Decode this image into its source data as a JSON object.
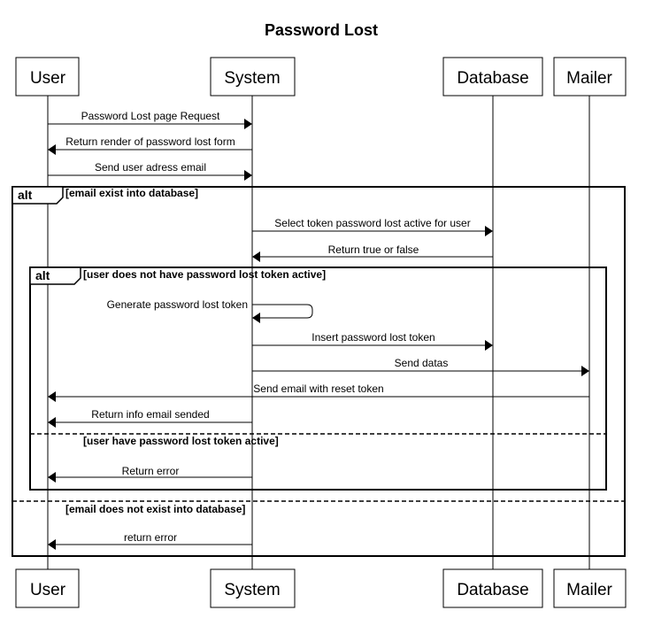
{
  "title": "Password Lost",
  "participants": [
    {
      "id": "user",
      "label": "User"
    },
    {
      "id": "system",
      "label": "System"
    },
    {
      "id": "database",
      "label": "Database"
    },
    {
      "id": "mailer",
      "label": "Mailer"
    }
  ],
  "messages": [
    {
      "id": "m1",
      "from": "user",
      "to": "system",
      "label": "Password Lost page Request"
    },
    {
      "id": "m2",
      "from": "system",
      "to": "user",
      "label": "Return render of password lost form"
    },
    {
      "id": "m3",
      "from": "user",
      "to": "system",
      "label": "Send user adress email"
    },
    {
      "id": "m4",
      "from": "system",
      "to": "database",
      "label": "Select token password lost active for user"
    },
    {
      "id": "m5",
      "from": "database",
      "to": "system",
      "label": "Return true or false"
    },
    {
      "id": "m6",
      "from": "system",
      "to": "system",
      "label": "Generate password lost token"
    },
    {
      "id": "m7",
      "from": "system",
      "to": "database",
      "label": "Insert password lost token"
    },
    {
      "id": "m8",
      "from": "system",
      "to": "mailer",
      "label": "Send datas"
    },
    {
      "id": "m9",
      "from": "mailer",
      "to": "user",
      "label": "Send email with reset token"
    },
    {
      "id": "m10",
      "from": "system",
      "to": "user",
      "label": "Return info email sended"
    },
    {
      "id": "m11",
      "from": "system",
      "to": "user",
      "label": "Return error"
    },
    {
      "id": "m12",
      "from": "system",
      "to": "user",
      "label": "return error"
    }
  ],
  "fragments": [
    {
      "id": "outer",
      "operator": "alt",
      "guards": [
        "[email exist into database]",
        "[email does not exist into database]"
      ]
    },
    {
      "id": "inner",
      "operator": "alt",
      "guards": [
        "[user does not have password lost token active]",
        "[user have password lost token active]"
      ]
    }
  ]
}
